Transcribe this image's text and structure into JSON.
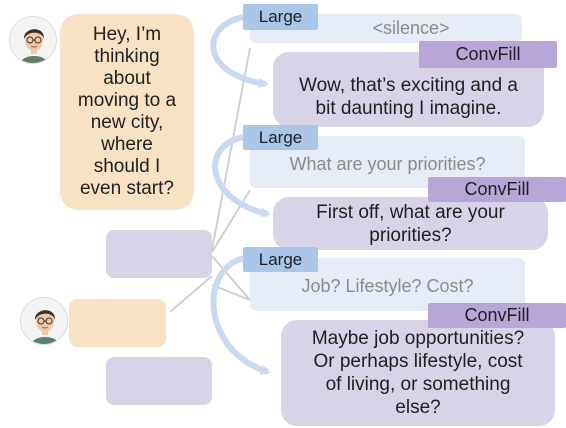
{
  "colors": {
    "user_bubble": "#f9e2c3",
    "bot_placeholder": "#d9d3e8",
    "large_reply": "#e5ecf7",
    "large_tag": "#aac6e8",
    "convfill_tag": "#b7a6d7",
    "arrow": "#c8d9f1",
    "connector": "#cfcfcf"
  },
  "user": {
    "avatar_icon": "user-avatar-icon",
    "message": [
      "Hey, I’m",
      "thinking",
      "about",
      "moving to a",
      "new city,",
      "where",
      "should I",
      "even start?"
    ]
  },
  "steps": [
    {
      "large_tag": "Large",
      "large_reply": "<silence>",
      "convfill_tag": "ConvFill",
      "convfill_lines": [
        "Wow, that’s exciting and a",
        "bit daunting I imagine."
      ]
    },
    {
      "large_tag": "Large",
      "large_reply": "What are your priorities?",
      "convfill_tag": "ConvFill",
      "convfill_lines": [
        "First off, what are your",
        "priorities?"
      ]
    },
    {
      "large_tag": "Large",
      "large_reply": "Job? Lifestyle? Cost?",
      "convfill_tag": "ConvFill",
      "convfill_lines": [
        "Maybe job opportunities?",
        "Or perhaps lifestyle, cost",
        "of living, or something",
        "else?"
      ]
    }
  ]
}
